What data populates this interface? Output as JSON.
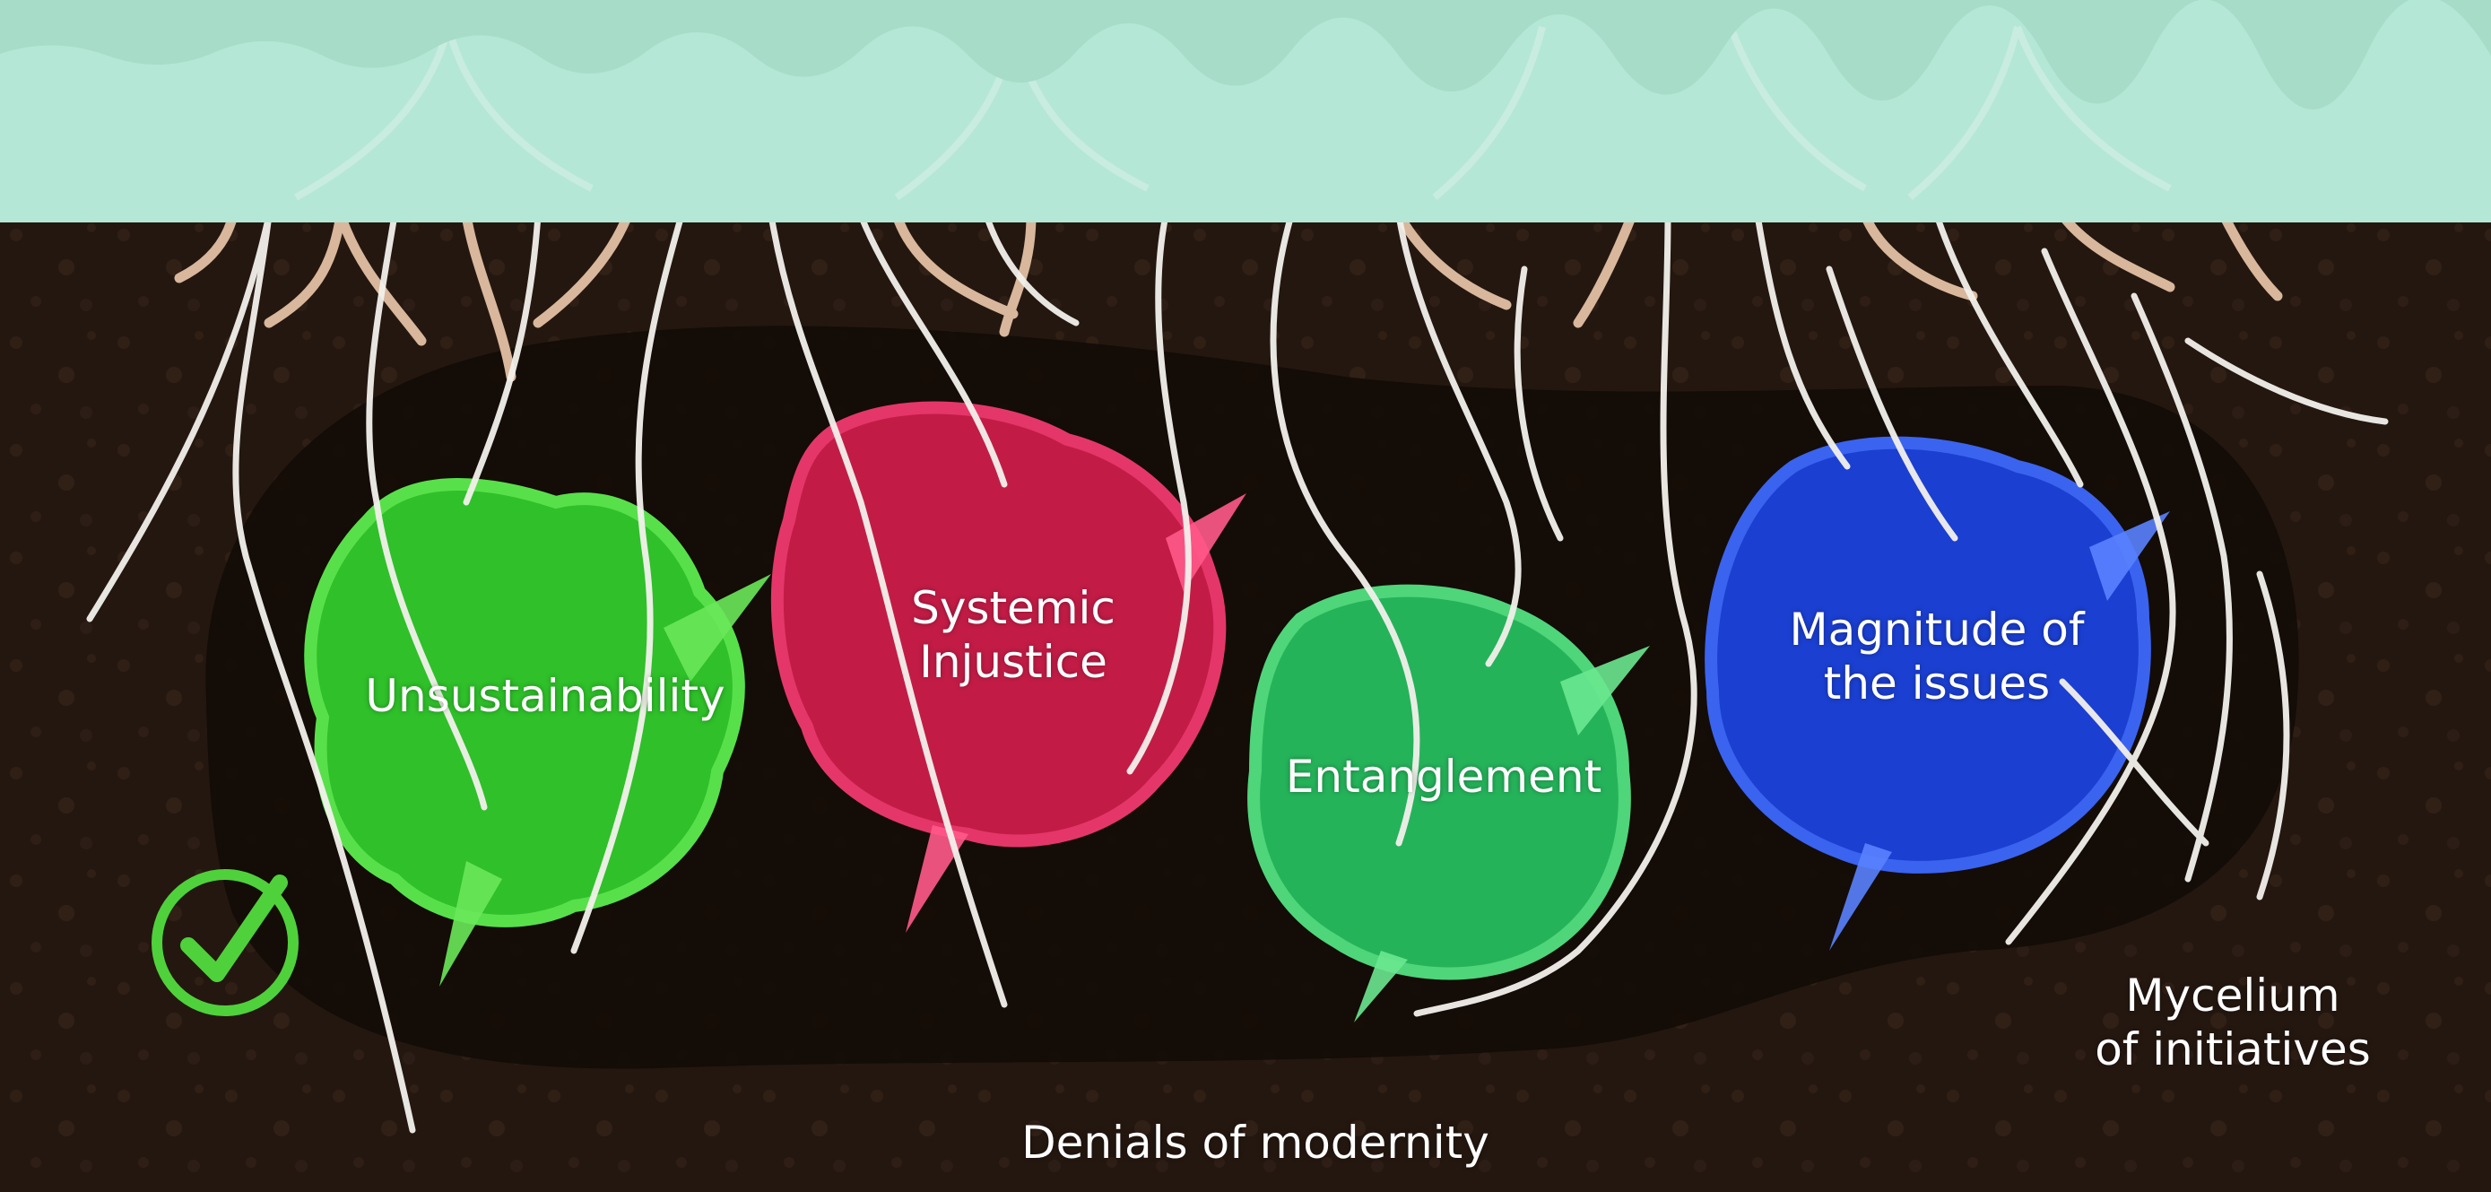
{
  "colors": {
    "sky_band": "#b4e7d5",
    "soil": "#241710",
    "dark_pocket": "#150d08",
    "tree_roots": "#d8b79c",
    "mycelium": "#f3f1ec",
    "unsustainability": "#2fc02a",
    "systemic_injustice": "#c21c46",
    "entanglement": "#25b35a",
    "magnitude": "#1b3fd1",
    "check": "#4fd13b"
  },
  "icons": {
    "check": "check-circle-icon"
  },
  "blobs": {
    "unsustainability": {
      "label": "Unsustainability"
    },
    "systemic_injustice": {
      "line1": "Systemic",
      "line2": "Injustice"
    },
    "entanglement": {
      "label": "Entanglement"
    },
    "magnitude": {
      "line1": "Magnitude of",
      "line2": "the issues"
    }
  },
  "mycelium_label": {
    "line1": "Mycelium",
    "line2": "of initiatives"
  },
  "denials_label": "Denials of modernity"
}
